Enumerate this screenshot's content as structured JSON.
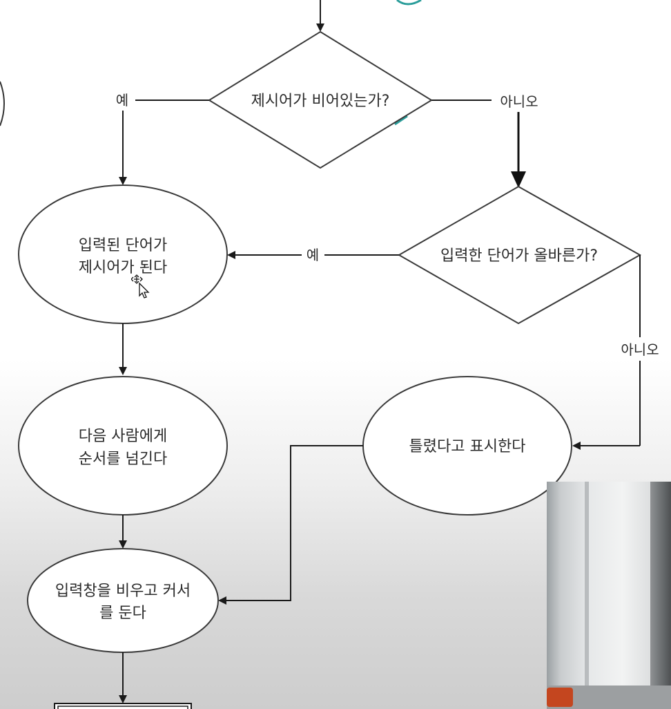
{
  "nodes": {
    "decision_empty": "제시어가 비어있는가?",
    "decision_correct": "입력한 단어가 올바른가?",
    "set_word_line1": "입력된 단어가",
    "set_word_line2": "제시어가 된다",
    "pass_turn_line1": "다음 사람에게",
    "pass_turn_line2": "순서를 넘긴다",
    "mark_wrong": "틀렸다고 표시한다",
    "clear_input_line1": "입력창을 비우고 커서",
    "clear_input_line2": "를 둔다"
  },
  "edges": {
    "empty_yes": "예",
    "empty_no": "아니오",
    "correct_yes": "예",
    "correct_no": "아니오"
  },
  "colors": {
    "line": "#1a1a1a",
    "shape_stroke": "#3a3a3a",
    "teal_accent": "#2a9d9a"
  },
  "icons": {
    "cursor": "move-cursor-icon",
    "webcam": "webcam-overlay"
  }
}
